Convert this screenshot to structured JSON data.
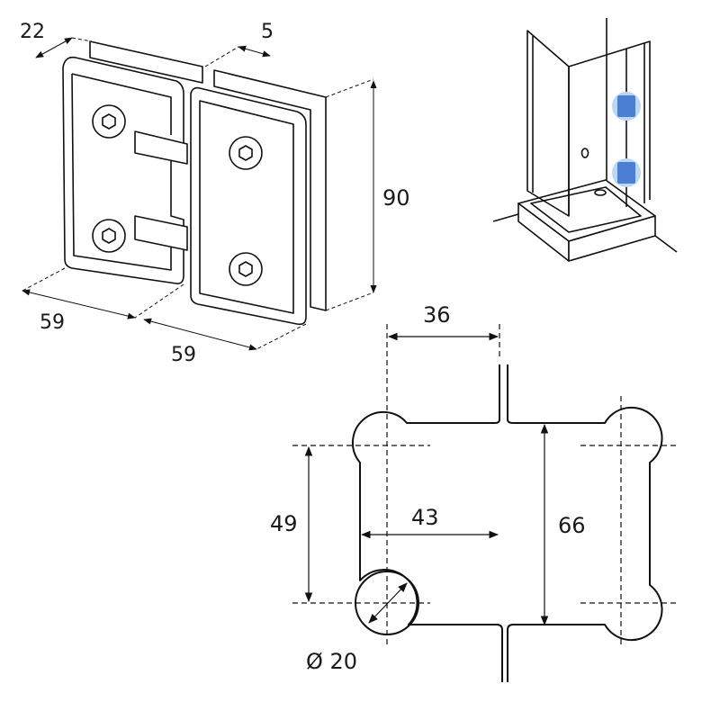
{
  "hinge_view": {
    "dim_depth": "22",
    "dim_gap": "5",
    "dim_height": "90",
    "dim_left_width": "59",
    "dim_right_width": "59"
  },
  "shower_view": {
    "hinge_color": "#4a7fd4",
    "hinge_glow": "#bcd7f5"
  },
  "cutout_view": {
    "dim_hole_offset": "36",
    "dim_hole_spacing": "49",
    "dim_edge_to_gap": "43",
    "dim_plate_height": "66",
    "dim_hole_diameter": "Ø 20"
  }
}
